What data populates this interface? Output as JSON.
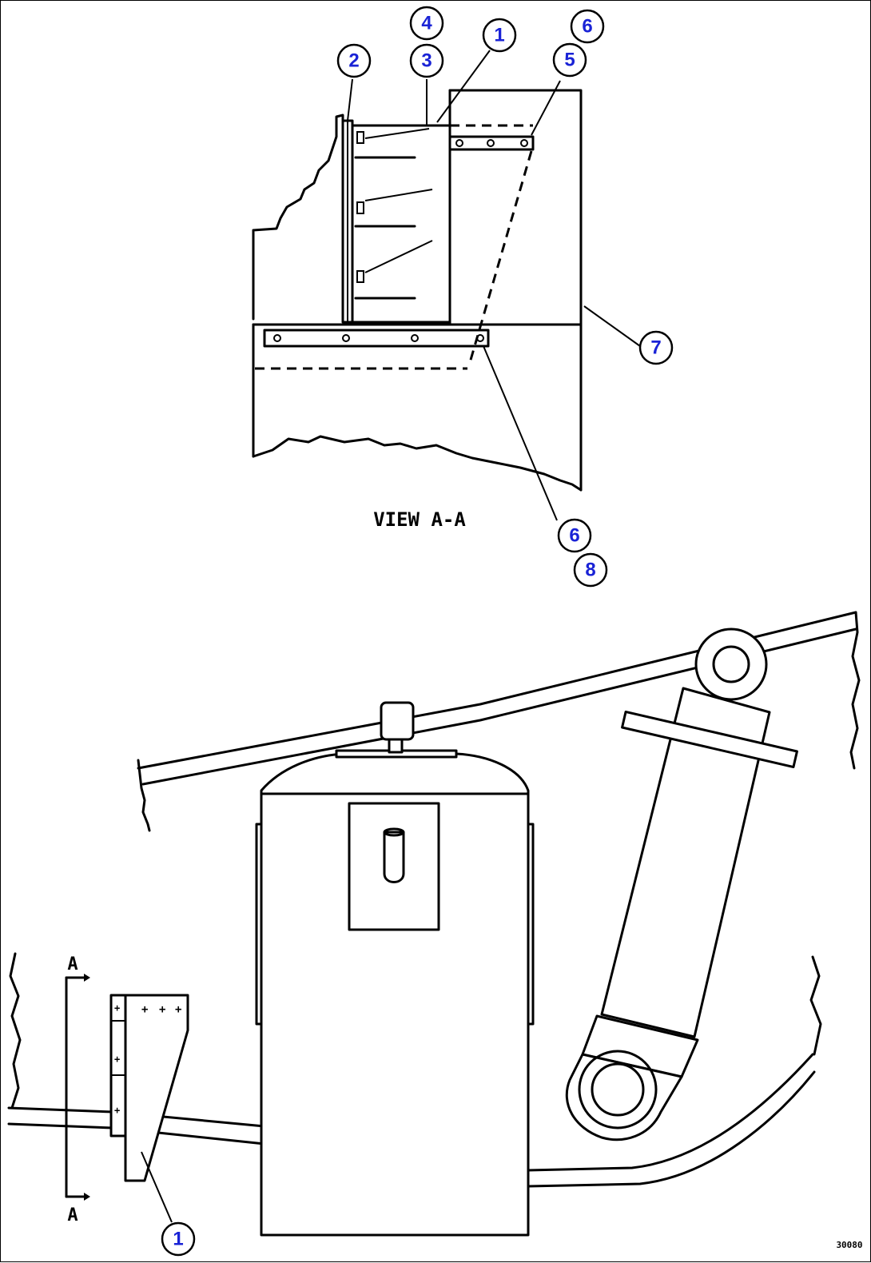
{
  "view_label": "VIEW  A-A",
  "section_marker": "A",
  "drawing_code": "30080",
  "callouts": [
    "1",
    "2",
    "3",
    "4",
    "5",
    "6",
    "7",
    "8"
  ],
  "colors": {
    "callout_text": "#1a23d6",
    "line": "#000000"
  }
}
